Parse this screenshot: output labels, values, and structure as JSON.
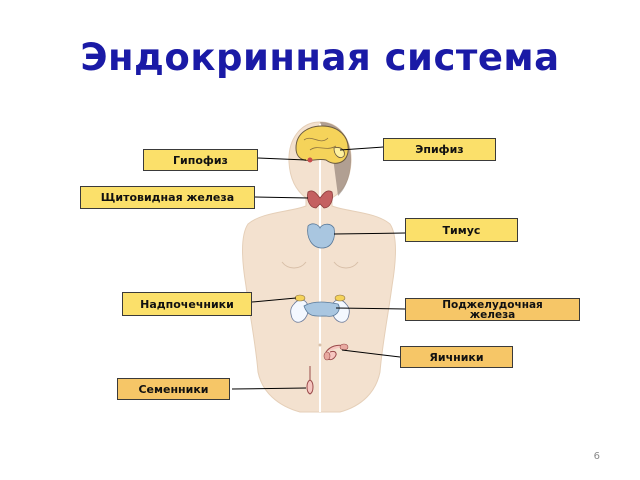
{
  "slide": {
    "title": "Эндокринная система",
    "page_number": "6"
  },
  "labels": {
    "hypophysis": "Гипофиз",
    "epiphysis": "Эпифиз",
    "thyroid": "Щитовидная железа",
    "thymus": "Тимус",
    "adrenals": "Надпочечники",
    "pancreas": "Поджелудочная железа",
    "ovaries": "Яичники",
    "testes": "Семенники"
  },
  "colors": {
    "title": "#1a1aa6",
    "label_fill": "#fbe06a",
    "label_fill_alt": "#f6c667"
  }
}
